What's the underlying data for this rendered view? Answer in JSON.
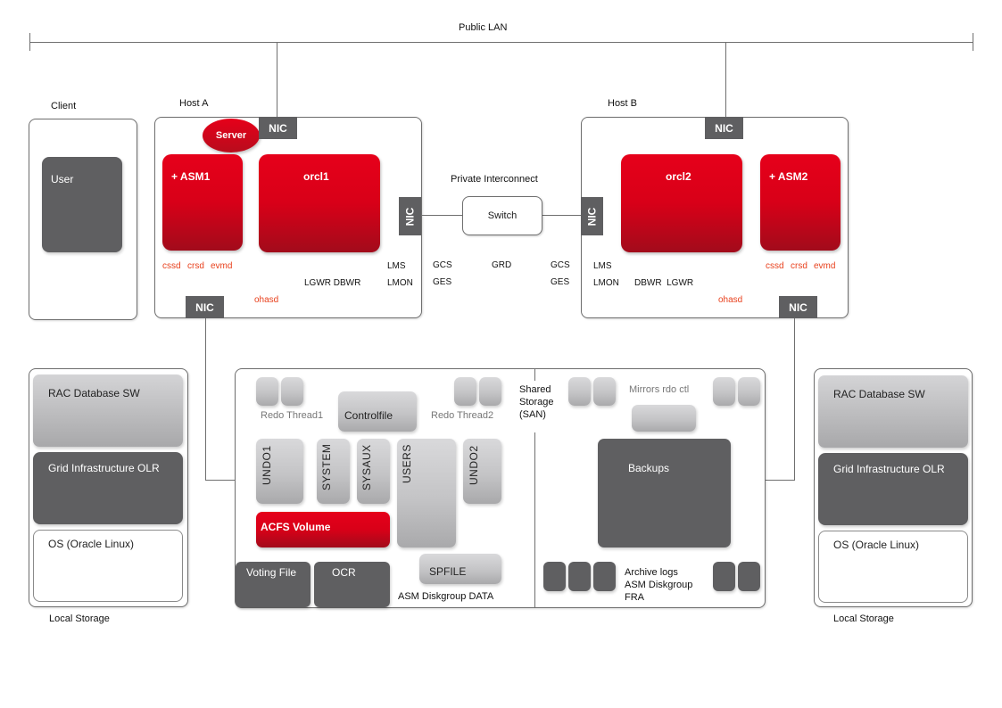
{
  "network": {
    "public_lan": "Public LAN",
    "private_interconnect": "Private Interconnect",
    "switch": "Switch"
  },
  "client": {
    "title": "Client",
    "user": "User"
  },
  "host_a": {
    "title": "Host A",
    "server": "Server",
    "nic_label": "NIC",
    "asm": "+ ASM1",
    "db": "orcl1",
    "clusterware": [
      "cssd",
      "crsd",
      "evmd"
    ],
    "ohasd": "ohasd",
    "writers": "LGWR DBWR",
    "lms": "LMS",
    "lmon": "LMON"
  },
  "interconnect_services": {
    "gcs_left": "GCS",
    "ges_left": "GES",
    "grd": "GRD",
    "gcs_right": "GCS",
    "ges_right": "GES"
  },
  "host_b": {
    "title": "Host B",
    "nic_label": "NIC",
    "asm": "+ ASM2",
    "db": "orcl2",
    "clusterware": [
      "cssd",
      "crsd",
      "evmd"
    ],
    "ohasd": "ohasd",
    "writers": "DBWR  LGWR",
    "lms": "LMS",
    "lmon": "LMON"
  },
  "local_storage_left": {
    "caption": "Local Storage",
    "layers": [
      "RAC Database SW",
      "Grid Infrastructure OLR",
      "OS (Oracle Linux)"
    ]
  },
  "local_storage_right": {
    "caption": "Local Storage",
    "layers": [
      "RAC Database SW",
      "Grid Infrastructure OLR",
      "OS (Oracle Linux)"
    ]
  },
  "shared_storage": {
    "title": "Shared Storage (SAN)",
    "title_lines": [
      "Shared",
      "Storage",
      "(SAN)"
    ],
    "data_group": {
      "caption": "ASM Diskgroup DATA",
      "redo_thread1": "Redo Thread1",
      "redo_thread2": "Redo Thread2",
      "controlfile": "Controlfile",
      "tablespaces": [
        "UNDO1",
        "SYSTEM",
        "SYSAUX",
        "USERS",
        "UNDO2"
      ],
      "acfs": "ACFS Volume",
      "voting_file": "Voting File",
      "ocr": "OCR",
      "spfile": "SPFILE"
    },
    "fra_group": {
      "mirrors": "Mirrors rdo ctl",
      "backups": "Backups",
      "caption_lines": [
        "Archive logs",
        "ASM Diskgroup",
        "FRA"
      ]
    }
  }
}
